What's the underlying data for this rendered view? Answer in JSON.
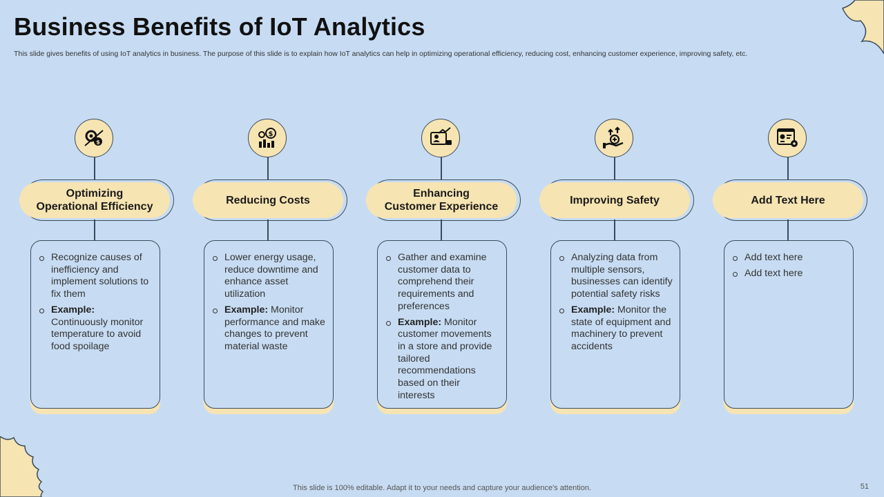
{
  "title": "Business Benefits of IoT Analytics",
  "subtitle": "This slide gives benefits of using IoT analytics in business. The purpose of this slide is to explain how IoT  analytics can help in optimizing operational efficiency, reducing cost, enhancing customer experience, improving safety, etc.",
  "colors": {
    "background": "#c7dcf3",
    "accent": "#f6e4b2",
    "outline": "#3a4a5a"
  },
  "cards": [
    {
      "icon": "gears-dollar-icon",
      "heading": "Optimizing\nOperational Efficiency",
      "points": [
        {
          "bold": "",
          "text": "Recognize causes of inefficiency and implement solutions to fix them"
        },
        {
          "bold": "Example:",
          "text": " Continuously monitor temperature to avoid food spoilage"
        }
      ]
    },
    {
      "icon": "cost-chart-icon",
      "heading": "Reducing Costs",
      "points": [
        {
          "bold": "",
          "text": "Lower energy usage, reduce downtime and enhance asset utilization"
        },
        {
          "bold": "Example:",
          "text": " Monitor performance and make changes to prevent material waste"
        }
      ]
    },
    {
      "icon": "customer-analytics-icon",
      "heading": "Enhancing\nCustomer Experience",
      "points": [
        {
          "bold": "",
          "text": "Gather and examine customer data to comprehend their requirements and preferences"
        },
        {
          "bold": "Example:",
          "text": " Monitor customer movements in a store and provide tailored recommendations based on their interests"
        }
      ]
    },
    {
      "icon": "safety-hand-icon",
      "heading": "Improving Safety",
      "points": [
        {
          "bold": "",
          "text": "Analyzing data from multiple sensors, businesses can identify potential safety risks"
        },
        {
          "bold": "Example:",
          "text": " Monitor the state of equipment and machinery to prevent accidents"
        }
      ]
    },
    {
      "icon": "dashboard-gear-icon",
      "heading": "Add Text Here",
      "points": [
        {
          "bold": "",
          "text": "Add text here"
        },
        {
          "bold": "",
          "text": "Add text here"
        }
      ]
    }
  ],
  "footer": "This slide is 100% editable. Adapt it to your needs and capture your audience's attention.",
  "page_number": "51"
}
